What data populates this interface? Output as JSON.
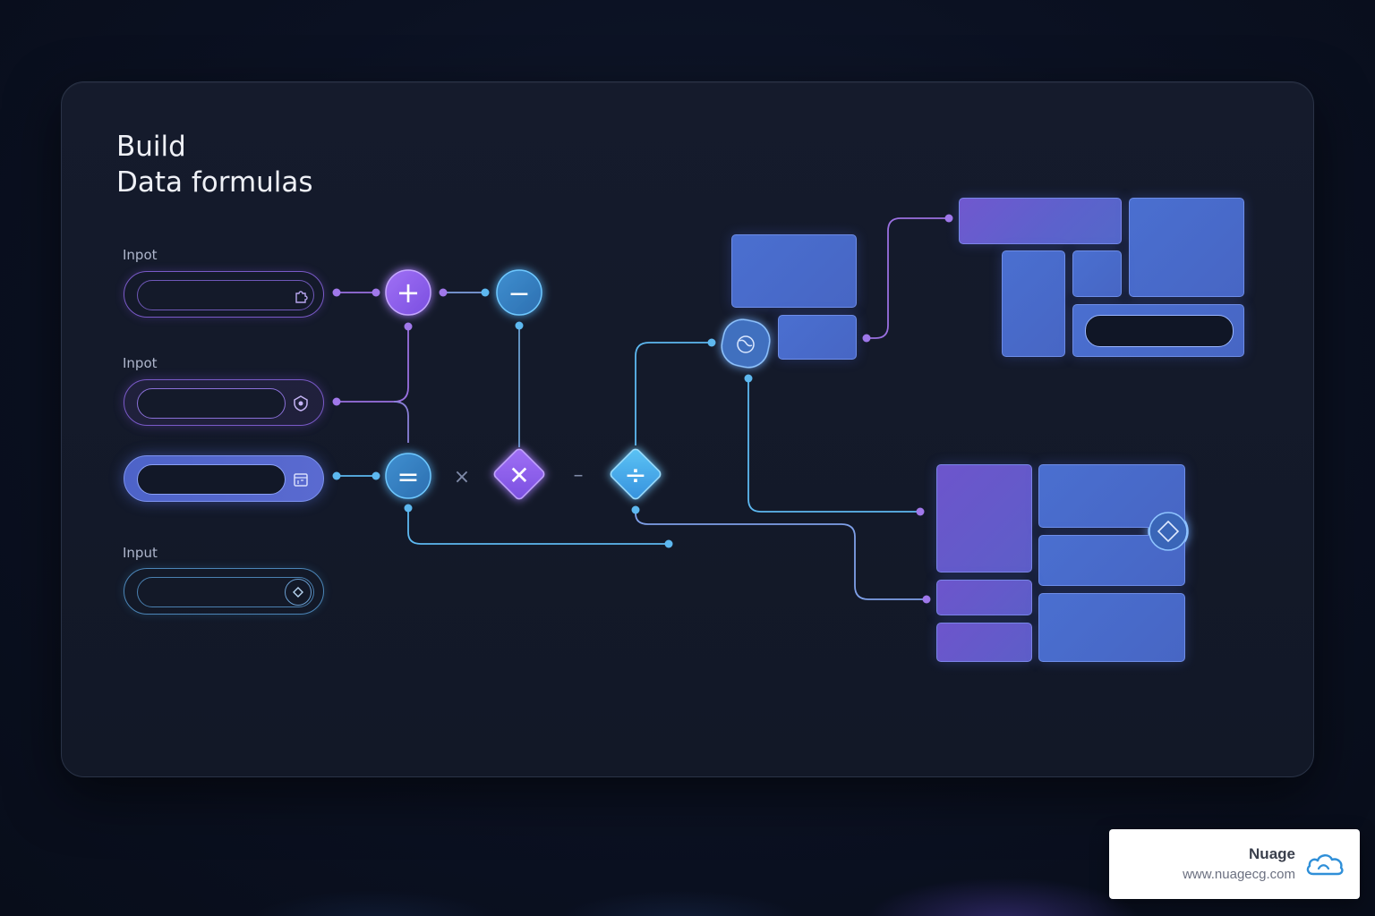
{
  "heading": {
    "line1": "Build",
    "line2": "Data formulas"
  },
  "inputs": [
    {
      "label": "Inpot",
      "icon": "puzzle-icon"
    },
    {
      "label": "Inpot",
      "icon": "shield-icon"
    },
    {
      "label": "",
      "icon": "calendar-icon"
    },
    {
      "label": "Input",
      "icon": "diamond-icon"
    }
  ],
  "operators": [
    {
      "name": "plus",
      "symbol": "+"
    },
    {
      "name": "minus",
      "symbol": "−"
    },
    {
      "name": "equals",
      "symbol": "="
    },
    {
      "name": "times",
      "symbol": "×"
    },
    {
      "name": "multiply-node",
      "symbol": "✕"
    },
    {
      "name": "dash",
      "symbol": "–"
    },
    {
      "name": "divide",
      "symbol": "÷"
    }
  ],
  "branding": {
    "name": "Nuage",
    "url": "www.nuagecg.com",
    "icon": "cloud-icon"
  },
  "colors": {
    "violet": "#8a5cf0",
    "blue": "#4aa8e8",
    "cyan": "#5bc0f0",
    "panel": "#151b2c"
  }
}
